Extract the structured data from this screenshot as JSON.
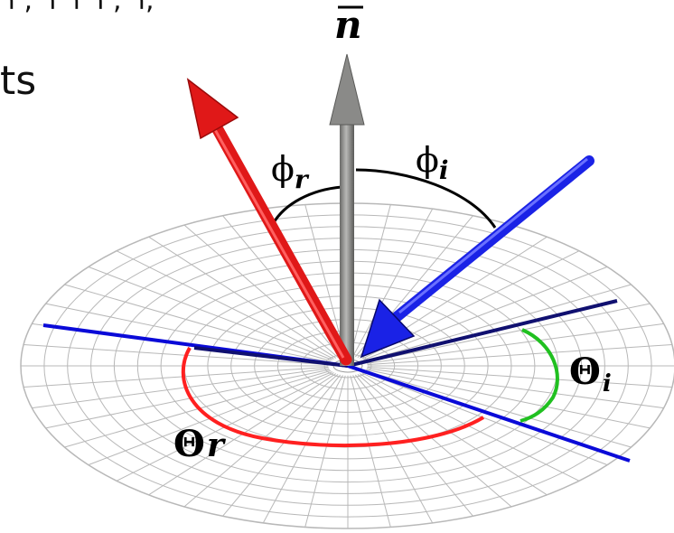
{
  "slide": {
    "text_fragment": "ts",
    "top_fragment": "ר , ר ר ר , ר, "
  },
  "diagram": {
    "labels": {
      "normal": "n",
      "phi_r_base": "ϕ",
      "phi_r_sub": "r",
      "phi_i_base": "ϕ",
      "phi_i_sub": "i",
      "theta_r_base": "Θ",
      "theta_r_sub": "r",
      "theta_i_base": "Θ",
      "theta_i_sub": "i"
    },
    "colors": {
      "reflected_ray": "#e01818",
      "incident_ray": "#1a22e6",
      "normal_vector": "#8a8a88",
      "plane_lines": "#0a0ad8",
      "theta_r_arc": "#ff2020",
      "theta_i_arc": "#20c020",
      "grid": "#b8b8b8"
    }
  }
}
